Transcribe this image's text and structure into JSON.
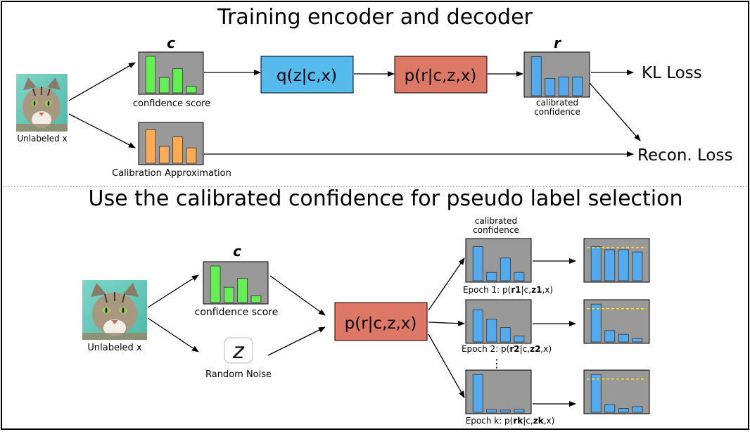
{
  "top": {
    "title": "Training encoder and decoder",
    "input_caption": "Unlabeled x",
    "c_label": "c",
    "confidence_caption": "confidence score",
    "approx_caption": "Calibration Approximation",
    "encoder_label": "q(z|c,x)",
    "decoder_label": "p(r|c,z,x)",
    "r_label": "r",
    "calibrated_caption_1": "calibrated",
    "calibrated_caption_2": "confidence",
    "kl_loss": "KL Loss",
    "recon_loss": "Recon. Loss"
  },
  "bottom": {
    "title": "Use the calibrated confidence for pseudo label selection",
    "input_caption": "Unlabeled x",
    "c_label": "c",
    "confidence_caption": "confidence score",
    "noise_symbol": "z",
    "noise_caption": "Random Noise",
    "decoder_label": "p(r|c,z,x)",
    "calibrated_header_1": "calibrated",
    "calibrated_header_2": "confidence",
    "epoch1": {
      "prefix": "Epoch 1: p(",
      "r": "r1",
      "mid": "|c,",
      "z": "z1",
      "suffix": ",x)"
    },
    "epoch2": {
      "prefix": "Epoch 2: p(",
      "r": "r2",
      "mid": "|c,",
      "z": "z2",
      "suffix": ",x)"
    },
    "epochk": {
      "prefix": "Epoch k: p(",
      "r": "rk",
      "mid": "|c,",
      "z": "zk",
      "suffix": ",x)"
    },
    "ellipsis": "⋮"
  },
  "colors": {
    "green": "#66ee55",
    "orange": "#ffaa55",
    "blue": "#55aaee",
    "encoder": "#55bbee",
    "decoder": "#dd7766",
    "panel": "#999999",
    "threshold": "#ffdd22"
  },
  "bar_levels": {
    "top_confidence": [
      1.0,
      0.42,
      0.66,
      0.18
    ],
    "top_approx": [
      0.92,
      0.46,
      0.72,
      0.42
    ],
    "top_calibrated": [
      1.0,
      0.44,
      0.48,
      0.48
    ],
    "bottom_confidence": [
      1.0,
      0.42,
      0.66,
      0.18
    ],
    "epoch1_in": [
      0.9,
      0.22,
      0.6,
      0.22
    ],
    "epoch1_out": [
      0.9,
      0.82,
      0.82,
      0.76
    ],
    "epoch2_in": [
      0.85,
      0.6,
      0.38,
      0.16
    ],
    "epoch2_out": [
      1.0,
      0.3,
      0.2,
      0.09
    ],
    "epochk_in": [
      1.0,
      0.08,
      0.06,
      0.08
    ],
    "epochk_out": [
      1.0,
      0.2,
      0.1,
      0.15
    ]
  },
  "thresholds": {
    "epoch1_out": 0.88,
    "epoch2_out": 0.88,
    "epochk_out": 0.88
  }
}
